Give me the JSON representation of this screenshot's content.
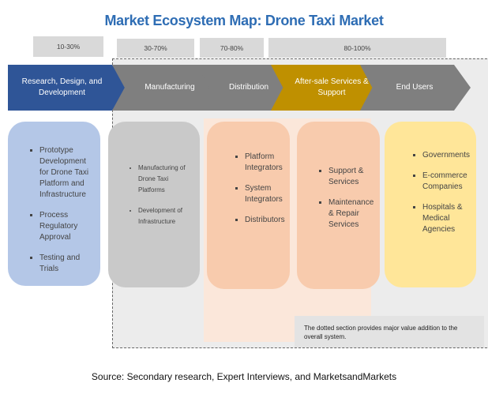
{
  "title": "Market Ecosystem Map: Drone Taxi Market",
  "percentages": [
    "10-30%",
    "30-70%",
    "70-80%",
    "80-100%"
  ],
  "stages": [
    {
      "label": "Research, Design, and Development",
      "color": "#2f5597"
    },
    {
      "label": "Manufacturing",
      "color": "#7f7f7f"
    },
    {
      "label": "Distribution",
      "color": "#7f7f7f"
    },
    {
      "label": "After-sale Services & Support",
      "color": "#bf9000"
    },
    {
      "label": "End Users",
      "color": "#7f7f7f"
    }
  ],
  "cards": [
    {
      "items": [
        "Prototype Development for Drone Taxi Platform and Infrastructure",
        "Process Regulatory Approval",
        "Testing and Trials"
      ],
      "color": "#b4c7e7"
    },
    {
      "items": [
        "Manufacturing of Drone Taxi Platforms",
        "Development of Infrastructure"
      ],
      "color": "#c9c9c9"
    },
    {
      "items": [
        "Platform Integrators",
        "System Integrators",
        "Distributors"
      ],
      "color": "#f8cbad"
    },
    {
      "items": [
        "Support & Services",
        "Maintenance & Repair Services"
      ],
      "color": "#f8cbad"
    },
    {
      "items": [
        "Governments",
        "E-commerce Companies",
        "Hospitals & Medical Agencies"
      ],
      "color": "#ffe699"
    }
  ],
  "note": "The dotted section provides major value addition to the overall system.",
  "source": "Source: Secondary research, Expert Interviews, and MarketsandMarkets"
}
